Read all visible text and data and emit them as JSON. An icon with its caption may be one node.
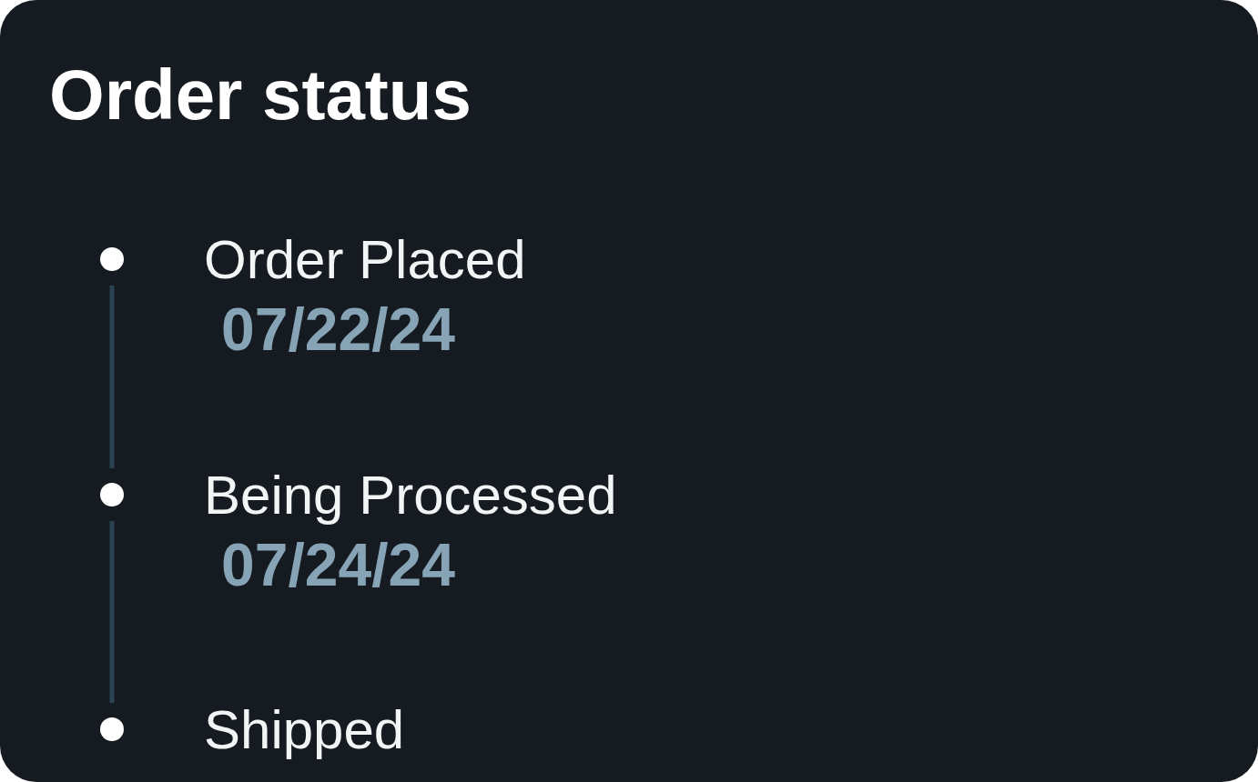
{
  "diagram": {
    "title": "Order status",
    "nodes": [
      {
        "text": [],
        "shape": "circle",
        "beside": [
          "Order Placed",
          "07/22/24"
        ]
      },
      {
        "text": [],
        "shape": "circle",
        "beside": [
          "Being Processed",
          "07/24/24"
        ]
      },
      {
        "text": [],
        "shape": "circle",
        "beside": [
          "Shipped"
        ]
      }
    ],
    "edges": [
      {
        "from": 0,
        "to": 1,
        "arrow": "none"
      },
      {
        "from": 1,
        "to": 2,
        "arrow": "none"
      }
    ]
  }
}
